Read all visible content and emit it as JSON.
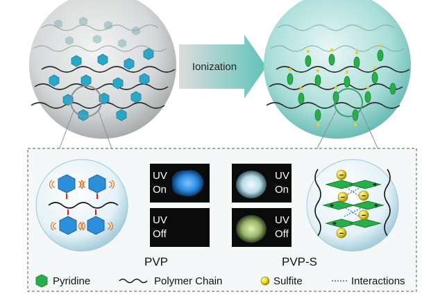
{
  "arrow_label": "Ionization",
  "panels": {
    "left_caption": "PVP",
    "right_caption": "PVP-S"
  },
  "uv_boxes": {
    "pvp_on_line1": "UV",
    "pvp_on_line2": "On",
    "pvp_off_line1": "UV",
    "pvp_off_line2": "Off",
    "pvps_on_line1": "UV",
    "pvps_on_line2": "On",
    "pvps_off_line1": "UV",
    "pvps_off_line2": "Off"
  },
  "charges": {
    "plus": "+",
    "minus": "−"
  },
  "legend": {
    "pyridine": "Pyridine",
    "polymer_chain": "Polymer Chain",
    "sulfite": "Sulfite",
    "interactions": "Interactions"
  },
  "colors": {
    "pyridine_blue": "#2aa6c8",
    "pyridine_green": "#27b04a",
    "sulfite_yellow": "#e8d020",
    "pvp_glow": "#2d8be0",
    "pvps_glow": "#b9d98a"
  }
}
